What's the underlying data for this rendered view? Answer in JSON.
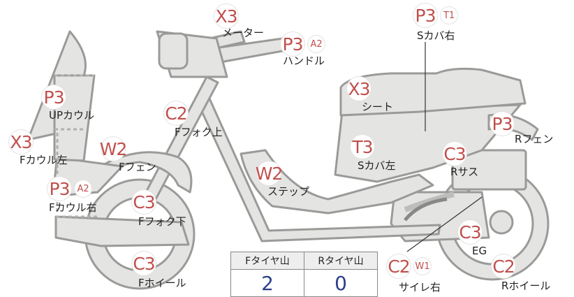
{
  "diagram": {
    "parts": [
      {
        "id": "meter",
        "name": "メーター",
        "code": "X3",
        "sub": ""
      },
      {
        "id": "handle",
        "name": "ハンドル",
        "code": "P3",
        "sub": "A2"
      },
      {
        "id": "side-cover-right",
        "name": "Sカバ右",
        "code": "P3",
        "sub": "T1"
      },
      {
        "id": "up-cowl",
        "name": "UPカウル",
        "code": "P3",
        "sub": ""
      },
      {
        "id": "f-fork-upper",
        "name": "Fフォク上",
        "code": "C2",
        "sub": ""
      },
      {
        "id": "seat",
        "name": "シート",
        "code": "X3",
        "sub": ""
      },
      {
        "id": "r-fender",
        "name": "Rフェン",
        "code": "P3",
        "sub": ""
      },
      {
        "id": "f-cowl-left",
        "name": "Fカウル左",
        "code": "X3",
        "sub": ""
      },
      {
        "id": "f-fender",
        "name": "Fフェン",
        "code": "W2",
        "sub": ""
      },
      {
        "id": "side-cover-left",
        "name": "Sカバ左",
        "code": "T3",
        "sub": ""
      },
      {
        "id": "r-suspension",
        "name": "Rサス",
        "code": "C3",
        "sub": ""
      },
      {
        "id": "step",
        "name": "ステップ",
        "code": "W2",
        "sub": ""
      },
      {
        "id": "f-cowl-right",
        "name": "Fカウル右",
        "code": "P3",
        "sub": "A2"
      },
      {
        "id": "f-fork-lower",
        "name": "Fフォク下",
        "code": "C3",
        "sub": ""
      },
      {
        "id": "engine",
        "name": "EG",
        "code": "C3",
        "sub": ""
      },
      {
        "id": "f-wheel",
        "name": "Fホイール",
        "code": "C3",
        "sub": ""
      },
      {
        "id": "muffler-right",
        "name": "サイレ右",
        "code": "C2",
        "sub": "W1"
      },
      {
        "id": "r-wheel",
        "name": "Rホイール",
        "code": "C2",
        "sub": ""
      }
    ]
  },
  "tire_table": {
    "headers": [
      "Fタイヤ山",
      "Rタイヤ山"
    ],
    "values": [
      "2",
      "0"
    ]
  }
}
